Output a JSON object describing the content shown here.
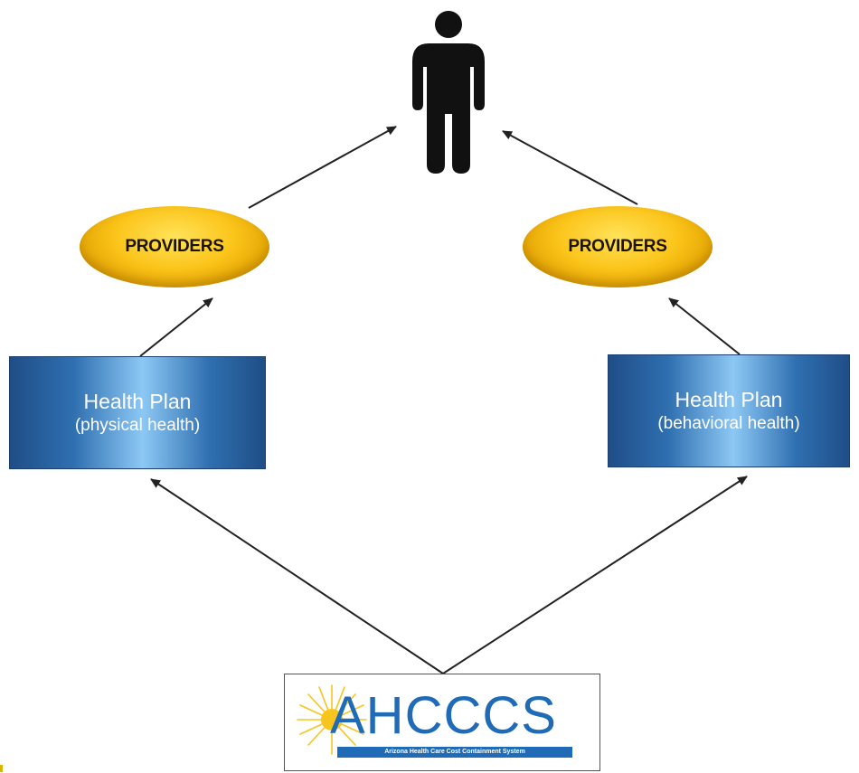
{
  "providers": {
    "left_label": "PROVIDERS",
    "right_label": "PROVIDERS"
  },
  "health_plans": {
    "left": {
      "title": "Health Plan",
      "subtitle": "(physical health)"
    },
    "right": {
      "title": "Health Plan",
      "subtitle": "(behavioral health)"
    }
  },
  "logo": {
    "wordmark": "AHCCCS",
    "tagline": "Arizona Health Care Cost Containment System"
  },
  "colors": {
    "provider_fill": "#fbc41a",
    "plan_fill": "#2f6fb0",
    "logo_blue": "#1f6bb8",
    "logo_sun": "#f7c51e",
    "arrow": "#222222"
  },
  "icons": {
    "person": "person-icon",
    "sun": "sun-icon"
  }
}
